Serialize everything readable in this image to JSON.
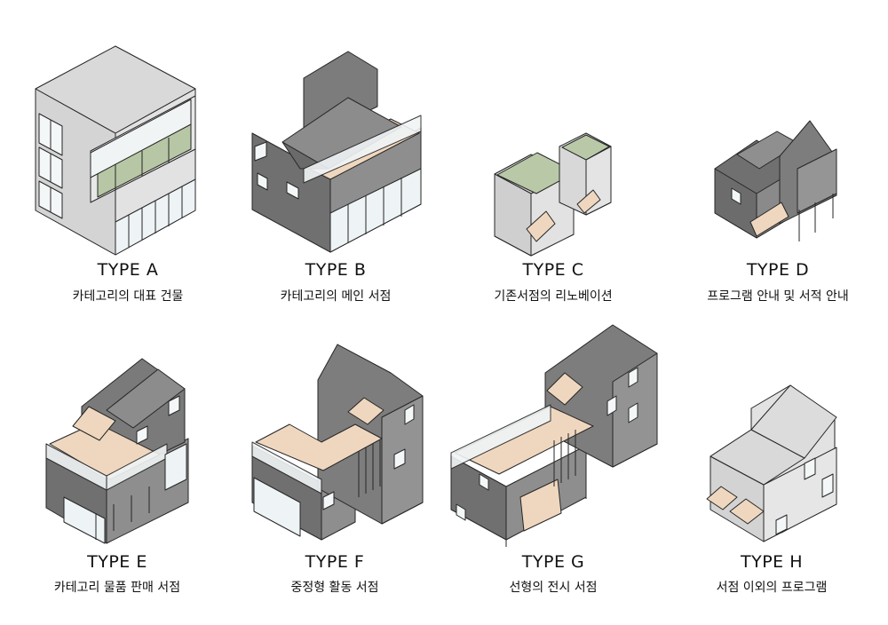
{
  "types": [
    {
      "title": "TYPE A",
      "subtitle": "카테고리의 대표 건물"
    },
    {
      "title": "TYPE B",
      "subtitle": "카테고리의 메인 서점"
    },
    {
      "title": "TYPE C",
      "subtitle": "기존서점의 리노베이션"
    },
    {
      "title": "TYPE D",
      "subtitle": "프로그램 안내 및 서적 안내"
    },
    {
      "title": "TYPE E",
      "subtitle": "카테고리 물품 판매 서점"
    },
    {
      "title": "TYPE F",
      "subtitle": "중정형 활동 서점"
    },
    {
      "title": "TYPE G",
      "subtitle": "선형의 전시 서점"
    },
    {
      "title": "TYPE H",
      "subtitle": "서점 이외의 프로그램"
    }
  ],
  "colors": {
    "light_roof": "#d9d9d9",
    "light_left": "#cfcfcf",
    "light_right": "#e3e3e3",
    "dark_roof": "#8e8e8e",
    "dark_left": "#6e6e6e",
    "dark_right": "#969696",
    "glass": "#eef3f5",
    "green_roof": "#b9c9a8",
    "wood": "#efd7bf",
    "outline": "#262626"
  }
}
